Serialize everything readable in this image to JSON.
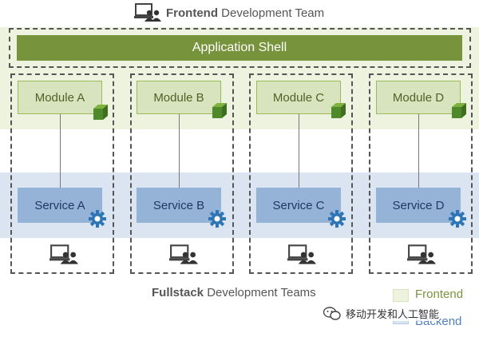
{
  "header": {
    "team_bold": "Frontend",
    "team_rest": "Development Team"
  },
  "shell": {
    "label": "Application Shell"
  },
  "columns": [
    {
      "module": "Module A",
      "service": "Service A"
    },
    {
      "module": "Module B",
      "service": "Service B"
    },
    {
      "module": "Module C",
      "service": "Service C"
    },
    {
      "module": "Module D",
      "service": "Service D"
    }
  ],
  "footer": {
    "team_bold": "Fullstack",
    "team_rest": "Development Teams"
  },
  "legend": [
    {
      "label": "Frontend",
      "color": "#eef3e0",
      "text_color": "#77933c"
    },
    {
      "label": "Backend",
      "color": "#dbe5f1",
      "text_color": "#4f81bd"
    }
  ],
  "watermark": {
    "text": "移动开发和人工智能"
  },
  "colors": {
    "shell": "#77933c",
    "module_fill": "#d7e4bd",
    "service_fill": "#95b3d7",
    "cube": "#4f8a2a",
    "gear": "#2e75b6"
  }
}
